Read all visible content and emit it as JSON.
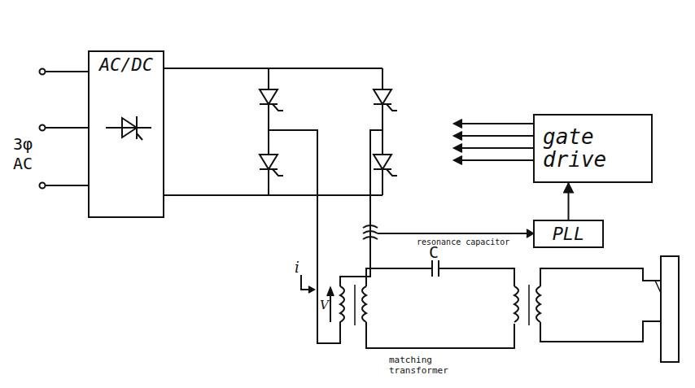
{
  "diagram": {
    "nodes": [
      {
        "text": [
          "AC/DC"
        ]
      },
      {
        "text": [
          "gate drive"
        ]
      },
      {
        "text": [
          "PLL"
        ]
      }
    ],
    "edges": [
      {
        "from": 2,
        "to": 1,
        "arrow": "to"
      }
    ],
    "labels": [
      "3φ AC",
      "i",
      "resonance capacitor",
      "C",
      "V",
      "matching transformer"
    ]
  }
}
